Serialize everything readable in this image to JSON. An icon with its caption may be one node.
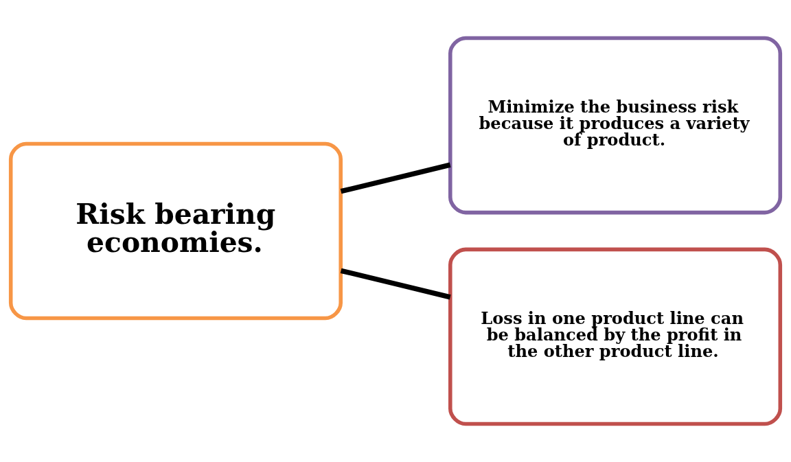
{
  "diagram": {
    "nodes": [
      {
        "text": [
          "Risk bearing economies."
        ]
      },
      {
        "text": [
          "Minimize the business risk because it produces a variety of product."
        ]
      },
      {
        "text": [
          "Loss in one product line can be balanced by the profit in the other product line."
        ]
      }
    ],
    "edges": [
      {
        "from": 0,
        "to": 1,
        "arrow": "none"
      },
      {
        "from": 0,
        "to": 2,
        "arrow": "none"
      }
    ]
  }
}
